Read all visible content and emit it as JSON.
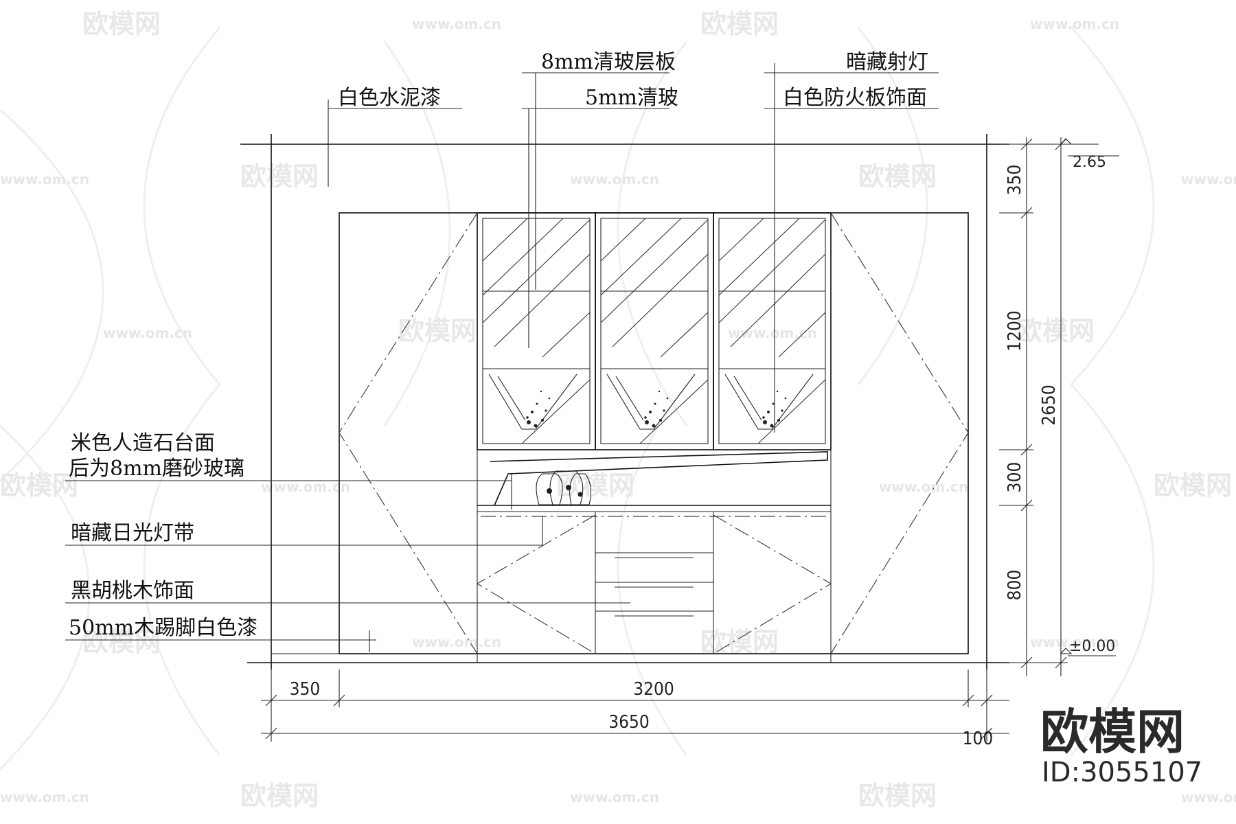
{
  "watermark": {
    "logo_text": "欧模网",
    "url_text": "www.om.cn"
  },
  "callouts": {
    "shelf_glass": "8mm清玻层板",
    "wall_paint": "白色水泥漆",
    "door_glass": "5mm清玻",
    "hidden_spotlight": "暗藏射灯",
    "fireproof_panel": "白色防火板饰面",
    "stone_top_line1": "米色人造石台面",
    "stone_top_line2": "后为8mm磨砂玻璃",
    "led_strip": "暗藏日光灯带",
    "walnut_finish": "黑胡桃木饰面",
    "skirting": "50mm木踢脚白色漆"
  },
  "dimensions": {
    "right": [
      "350",
      "1200",
      "300",
      "800"
    ],
    "total_height": "2650",
    "bottom_left": "350",
    "bottom_main": "3200",
    "bottom_total": "3650",
    "bottom_right": "100"
  },
  "levels": {
    "top": "2.65",
    "floor": "±0.00"
  },
  "brand": {
    "name": "欧模网",
    "id": "ID:3055107"
  },
  "colors": {
    "line": "#111111",
    "background": "#ffffff",
    "watermark": "#e8e8e8"
  }
}
